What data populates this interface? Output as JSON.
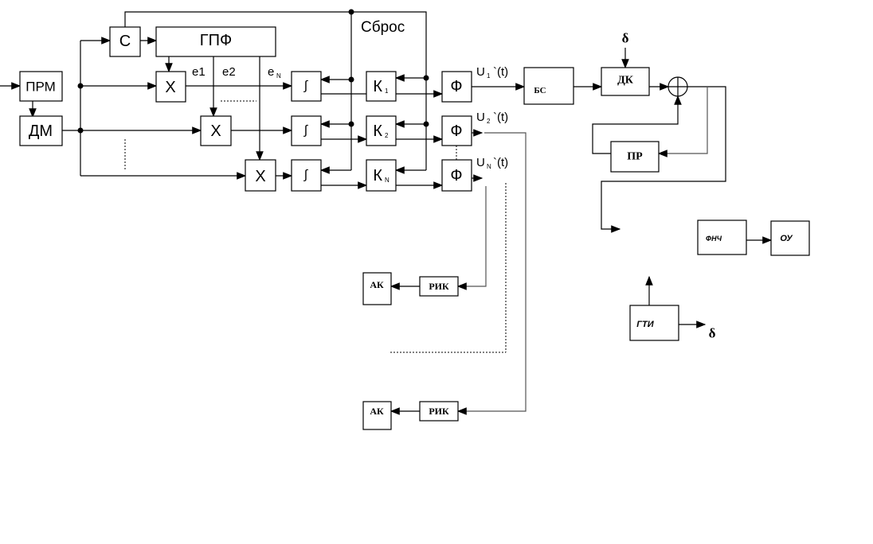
{
  "blocks": {
    "prm": "ПРМ",
    "dm": "ДМ",
    "c": "С",
    "gpf": "ГПФ",
    "x": "Х",
    "integ": "∫",
    "k1": "К",
    "k1sub": "1",
    "k2": "К",
    "k2sub": "2",
    "kn": "К",
    "knsub": "N",
    "f": "Ф",
    "bs": "БС",
    "dk": "ДК",
    "pr": "ПР",
    "ak": "АК",
    "rik": "РИК",
    "fnch": "ФНЧ",
    "ou": "ОУ",
    "gti": "ГТИ"
  },
  "labels": {
    "reset": "Сброс",
    "e1": "e1",
    "e2": "e2",
    "en": "e",
    "en_sub": "N",
    "u1": "U",
    "u1_sub": "1",
    "u2": "U",
    "u2_sub": "2",
    "un": "U",
    "un_sub": "N",
    "ut": "`(t)",
    "delta": "δ"
  }
}
